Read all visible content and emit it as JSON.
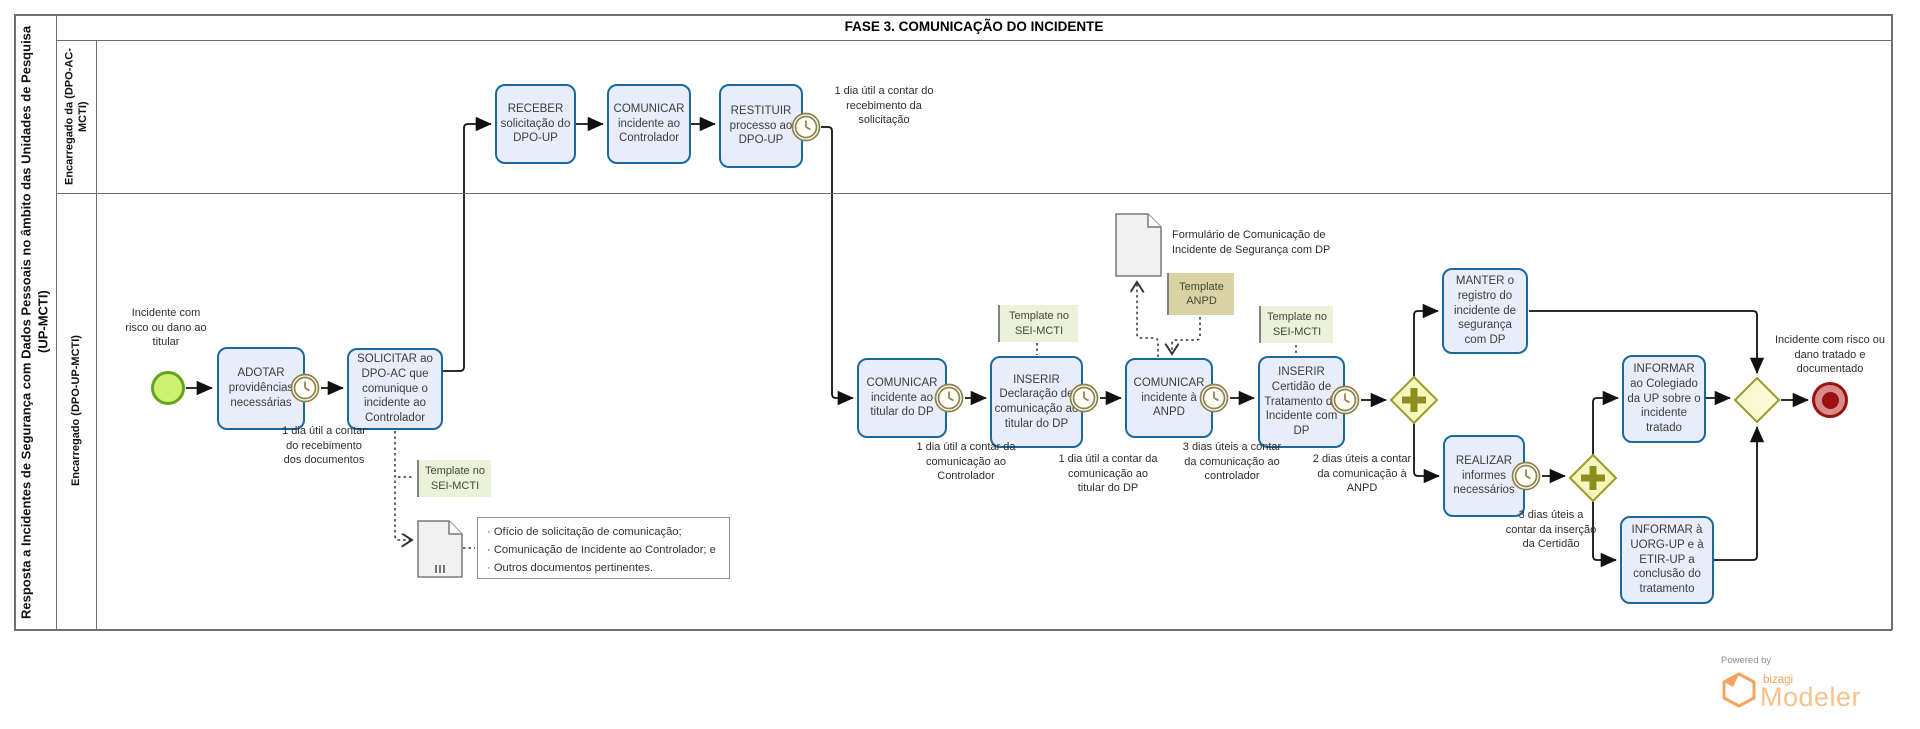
{
  "diagram": {
    "pool_label": "Resposta a Incidentes de Segurança com Dados Pessoais no âmbito das Unidades de Pesquisa (UP-MCTI)",
    "phase_title": "FASE 3. COMUNICAÇÃO DO INCIDENTE",
    "lane_top": "Encarregado da (DPO-AC-MCTI)",
    "lane_bottom": "Encarregado (DPO-UP-MCTI)"
  },
  "events": {
    "start_label": "Incidente com risco ou dano ao titular",
    "end_label": "Incidente com risco ou dano tratado e documentado"
  },
  "tasks": {
    "adotar": "ADOTAR providências necessárias",
    "solicitar": "SOLICITAR ao DPO-AC que comunique o incidente ao Controlador",
    "receber": "RECEBER solicitação do DPO-UP",
    "comunicar_controlador": "COMUNICAR incidente ao Controlador",
    "restituir": "RESTITUIR processo ao DPO-UP",
    "comunicar_titular": "COMUNICAR incidente ao titular do DP",
    "inserir_declaracao": "INSERIR Declaração de comunicação ao titular do DP",
    "comunicar_anpd": "COMUNICAR incidente à ANPD",
    "inserir_certidao": "INSERIR Certidão de Tratamento de Incidente com DP",
    "manter": "MANTER o registro do incidente de segurança com DP",
    "realizar": "REALIZAR informes necessários",
    "informar_colegiado": "INFORMAR ao Colegiado da UP sobre o incidente tratado",
    "informar_uorg": "INFORMAR à UORG-UP e à ETIR-UP a conclusão do tratamento"
  },
  "timer_labels": {
    "adotar": "1 dia útil a contar do recebimento dos documentos",
    "restituir": "1 dia útil a contar do recebimento da solicitação",
    "comunicar_titular": "1 dia útil a contar da comunicação ao Controlador",
    "inserir_declaracao": "1 dia útil a contar da comunicação ao titular do DP",
    "comunicar_anpd": "3 dias úteis a contar da comunicação ao controlador",
    "inserir_certidao": "2 dias úteis a contar da comunicação à ANPD",
    "realizar": "3 dias úteis a contar da inserção da Certidão"
  },
  "annotations": {
    "template_sei": "Template no SEI-MCTI",
    "template_anpd": "Template ANPD",
    "formulario": "Formulário de Comunicação de Incidente de Segurança com DP",
    "doc_items": [
      "· Ofício de solicitação de comunicação;",
      "· Comunicação de Incidente ao Controlador; e",
      "· Outros documentos pertinentes."
    ]
  },
  "logo": {
    "powered_by": "Powered by",
    "brand": "bizagi",
    "product": "Modeler"
  },
  "colors": {
    "task_border": "#19699f",
    "task_fill": "#e9edfa",
    "start_green": "#62a41e",
    "gateway_olive": "#9b9b23",
    "end_red": "#9c1010",
    "annotation_green": "#ebf2d9",
    "annotation_tan": "#d9d2a2",
    "timer_olive": "#8c814c",
    "logo_orange": "#f9c28a"
  }
}
